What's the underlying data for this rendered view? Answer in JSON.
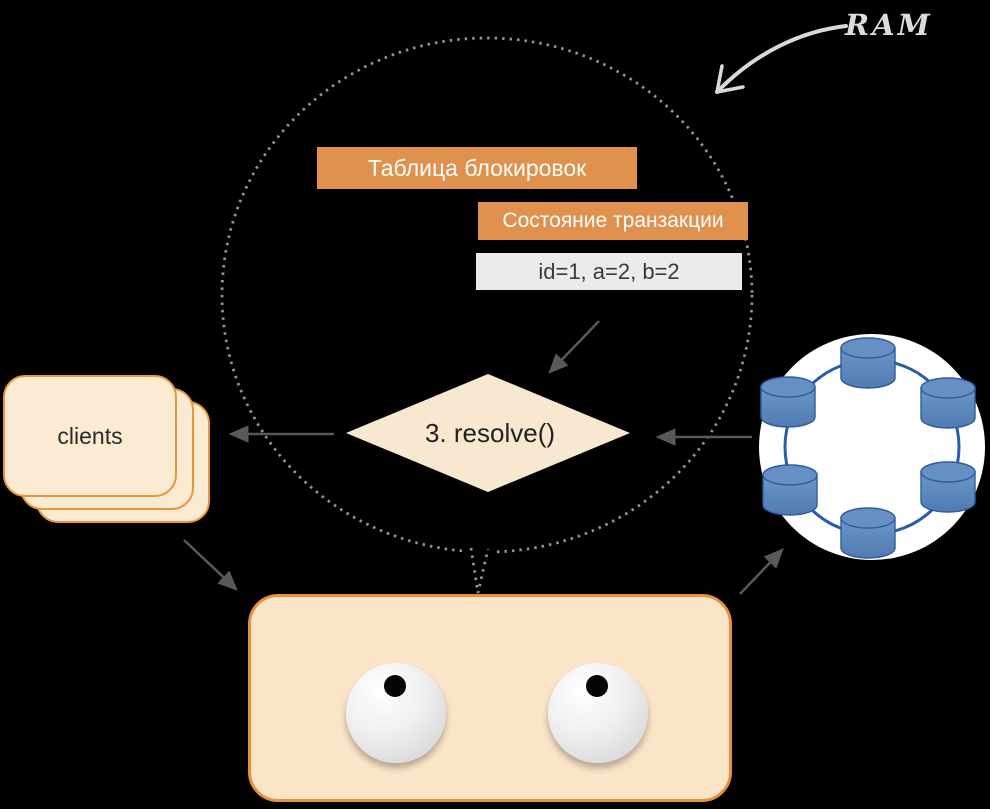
{
  "ram": {
    "label": "RAM"
  },
  "memory": {
    "lock_table_label": "Таблица блокировок",
    "tx_state_label": "Состояние транзакции",
    "tx_values_label": "id=1, a=2, b=2"
  },
  "resolve_step": {
    "label": "3. resolve()"
  },
  "clients": {
    "label": "clients"
  },
  "db_ring": {
    "node_count": 6
  },
  "colors": {
    "background": "#000000",
    "accent_orange": "#E0914D",
    "border_orange": "#E8913C",
    "cream_fill": "#FBE5C9",
    "gray_box_bg": "#EBEBEB",
    "arrow_gray": "#595959",
    "dotted_gray": "#8E949B",
    "db_blue": "#6690C4",
    "ring_blue": "#2B5CA8",
    "ram_gray": "#DCDCDC"
  }
}
